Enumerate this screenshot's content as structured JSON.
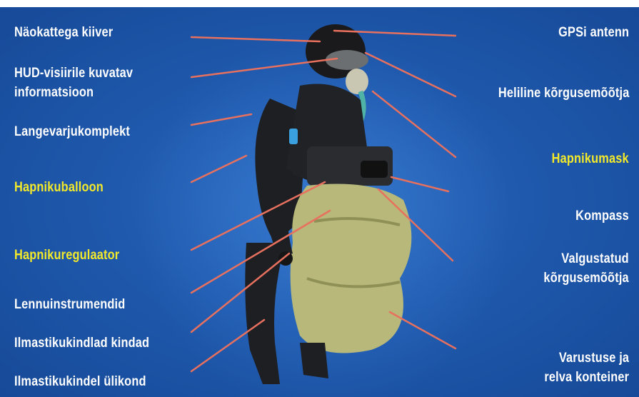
{
  "colors": {
    "background": "#1f59ad",
    "label": "#ffffff",
    "highlight": "#f4ea2a",
    "leader": "#e8705e"
  },
  "labels_left": [
    {
      "text": "Näokattega kiiver",
      "highlight": false
    },
    {
      "text": "HUD-visiirile kuvatav\ninformatsioon",
      "highlight": false
    },
    {
      "text": "Langevarjukomplekt",
      "highlight": false
    },
    {
      "text": "Hapnikuballoon",
      "highlight": true
    },
    {
      "text": "Hapnikuregulaator",
      "highlight": true
    },
    {
      "text": "Lennuinstrumendid",
      "highlight": false
    },
    {
      "text": "Ilmastikukindlad kindad",
      "highlight": false
    },
    {
      "text": "Ilmastikukindel ülikond",
      "highlight": false
    }
  ],
  "labels_right": [
    {
      "text": "GPSi antenn",
      "highlight": false
    },
    {
      "text": "Heliline kõrgusemõõtja",
      "highlight": false
    },
    {
      "text": "Hapnikumask",
      "highlight": true
    },
    {
      "text": "Kompass",
      "highlight": false
    },
    {
      "text": "Valgustatud\nkõrgusemõõtja",
      "highlight": false
    },
    {
      "text": "Varustuse ja\nrelva konteiner",
      "highlight": false
    }
  ]
}
